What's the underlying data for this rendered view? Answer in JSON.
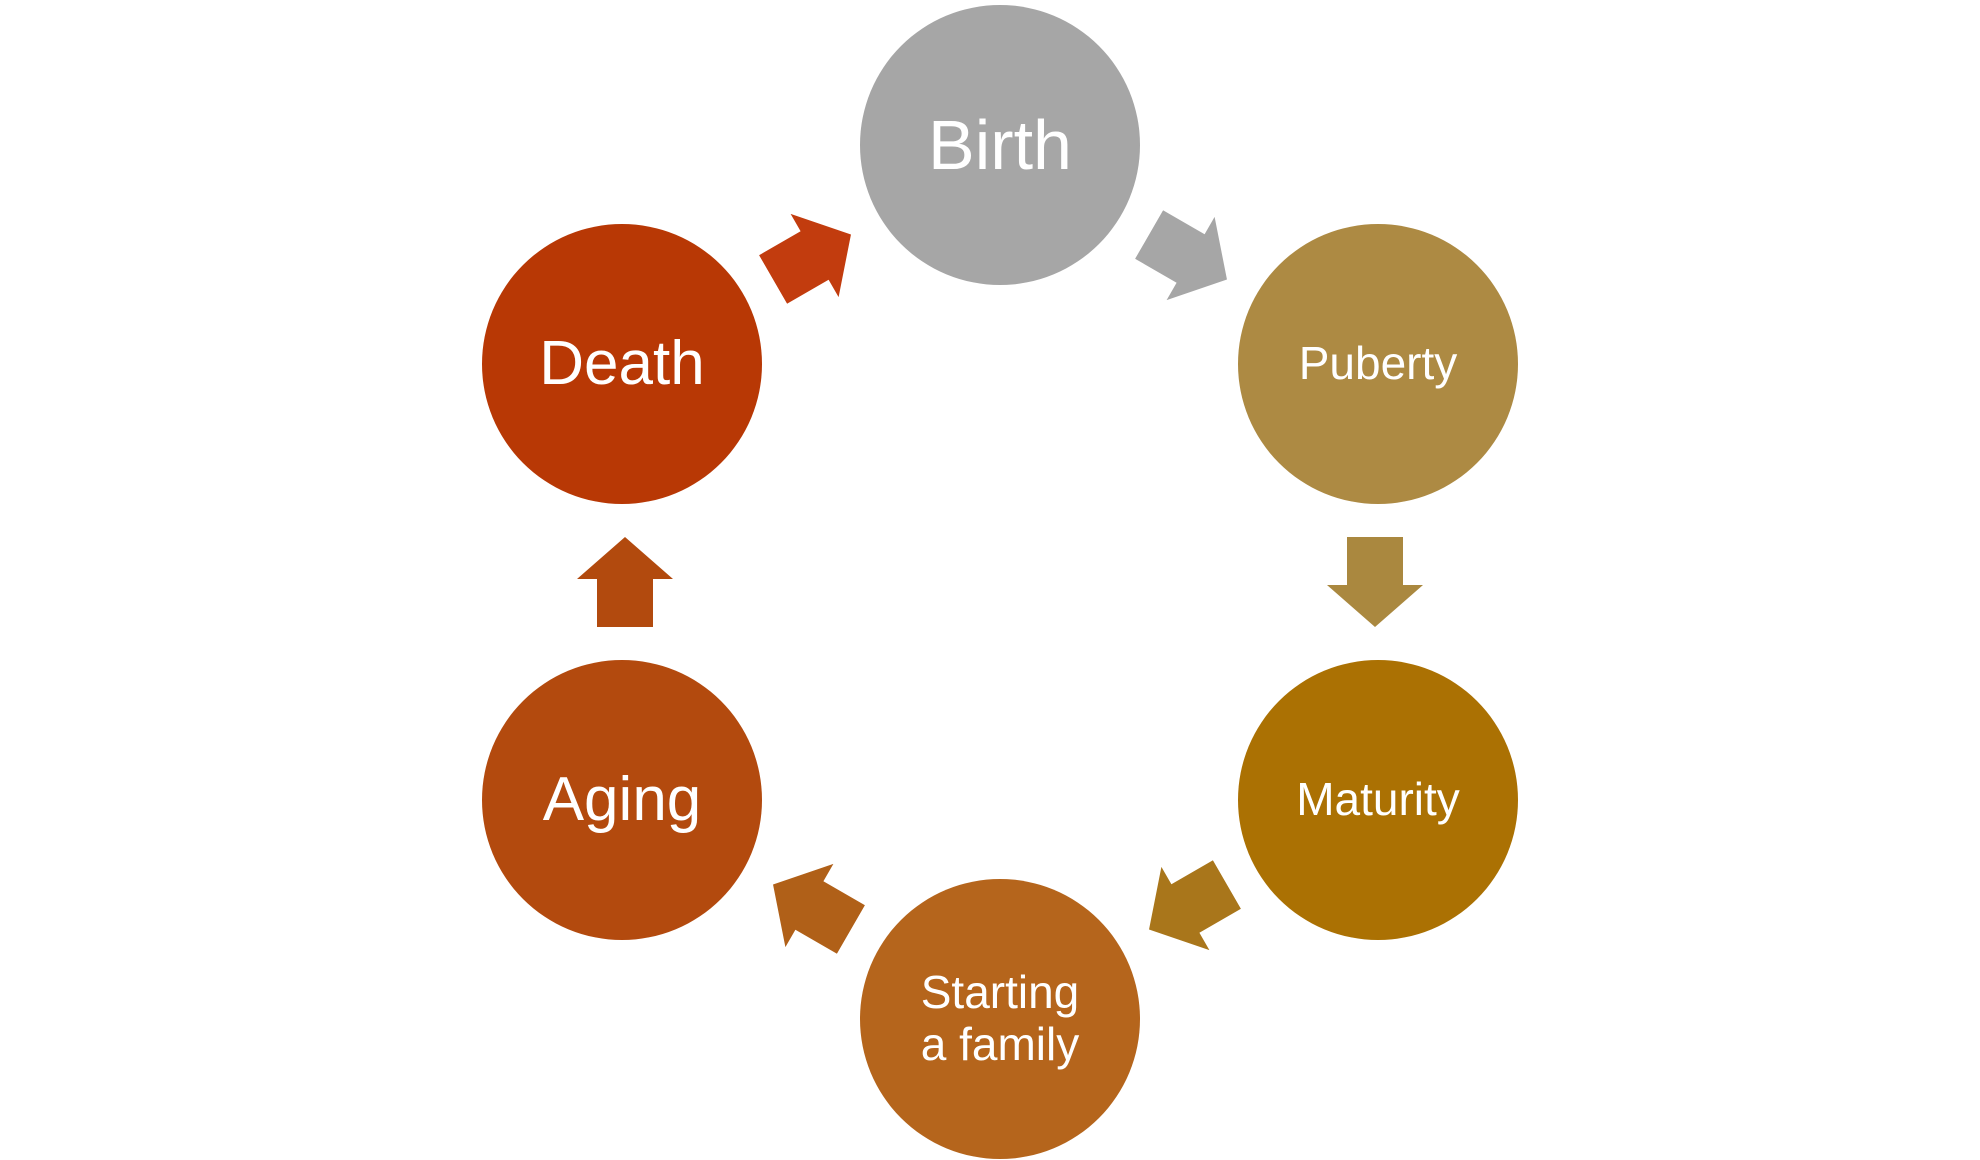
{
  "diagram": {
    "type": "cycle",
    "background_color": "#ffffff",
    "label_text_color": "#ffffff",
    "nodes": [
      {
        "id": "birth",
        "label": "Birth",
        "color": "#a6a6a6"
      },
      {
        "id": "puberty",
        "label": "Puberty",
        "color": "#ad8a43"
      },
      {
        "id": "maturity",
        "label": "Maturity",
        "color": "#ab7103"
      },
      {
        "id": "starting-a-family",
        "label": "Starting\na family",
        "color": "#b5651c"
      },
      {
        "id": "aging",
        "label": "Aging",
        "color": "#b34a0e"
      },
      {
        "id": "death",
        "label": "Death",
        "color": "#b83805"
      }
    ],
    "arrows": [
      {
        "from": "birth",
        "to": "puberty",
        "color": "#a6a6a6"
      },
      {
        "from": "puberty",
        "to": "maturity",
        "color": "#aa883f"
      },
      {
        "from": "maturity",
        "to": "starting-a-family",
        "color": "#a9761b"
      },
      {
        "from": "starting-a-family",
        "to": "aging",
        "color": "#b06018"
      },
      {
        "from": "aging",
        "to": "death",
        "color": "#b24a0e"
      },
      {
        "from": "death",
        "to": "birth",
        "color": "#c23c0e"
      }
    ]
  }
}
